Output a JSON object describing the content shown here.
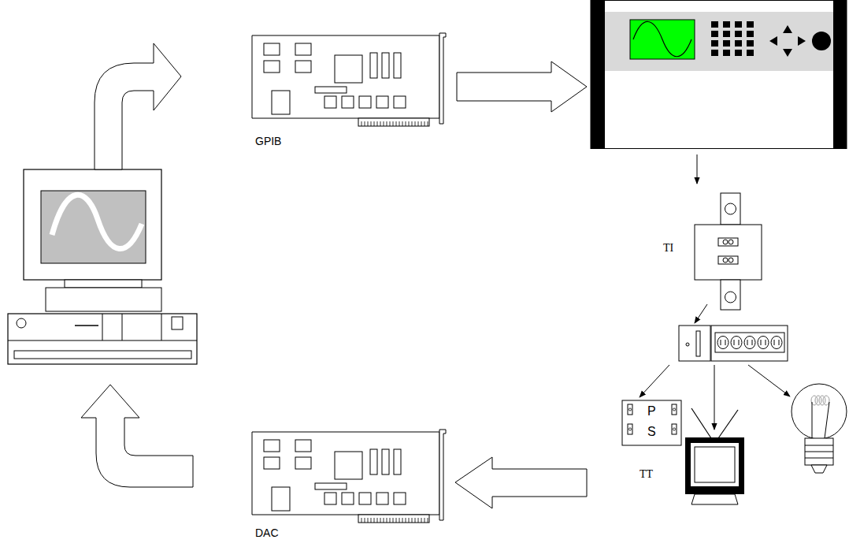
{
  "diagram": {
    "nodes": [
      {
        "text": [
          "GPIB"
        ]
      },
      {
        "text": [
          "TI"
        ]
      },
      {
        "text": [
          "P",
          "S",
          "TT"
        ]
      },
      {
        "text": [
          "DAC"
        ]
      }
    ]
  }
}
